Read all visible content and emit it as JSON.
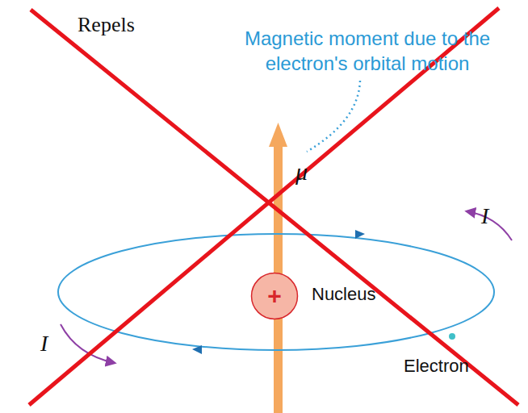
{
  "diagram": {
    "nodes": [
      {
        "text": [
          "+"
        ]
      }
    ],
    "labels": [
      "Repels",
      "Magnetic moment due to the electron's orbital motion",
      "μ⃗",
      "I",
      "I",
      "Nucleus",
      "Electron"
    ]
  }
}
